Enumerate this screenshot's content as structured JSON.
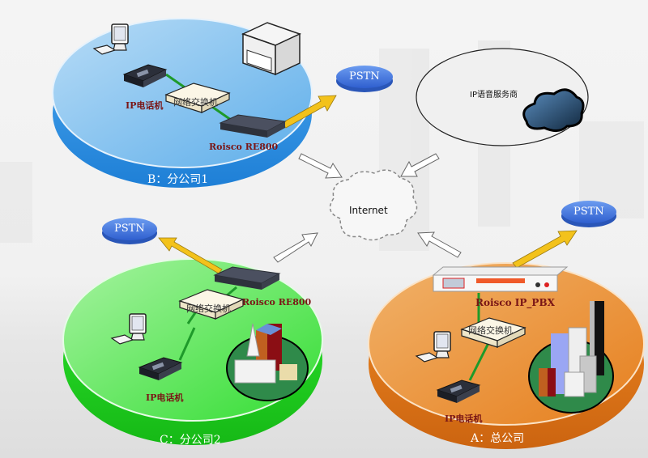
{
  "diagram": {
    "type": "network-topology",
    "hub": {
      "label": "Internet"
    },
    "provider": {
      "label": "IP语音服务商"
    },
    "sites": [
      {
        "id": "B",
        "title": "B：分公司1",
        "gateway": "Roisco RE800",
        "switch": "网络交换机",
        "phone": "IP电话机",
        "pstn": "PSTN",
        "color": "#5aaeea"
      },
      {
        "id": "C",
        "title": "C：分公司2",
        "gateway": "Roisco RE800",
        "switch": "网络交换机",
        "phone": "IP电话机",
        "pstn": "PSTN",
        "color": "#33dd33"
      },
      {
        "id": "A",
        "title": "A：总公司",
        "gateway": "Roisco IP_PBX",
        "switch": "网络交换机",
        "phone": "IP电话机",
        "pstn": "PSTN",
        "color": "#ee8820"
      }
    ],
    "colors": {
      "link_green": "#1e9a2a",
      "arrow_yellow": "#f3c21b",
      "label_red": "#7a1616",
      "pstn_blue": "#3f6fd8"
    }
  }
}
